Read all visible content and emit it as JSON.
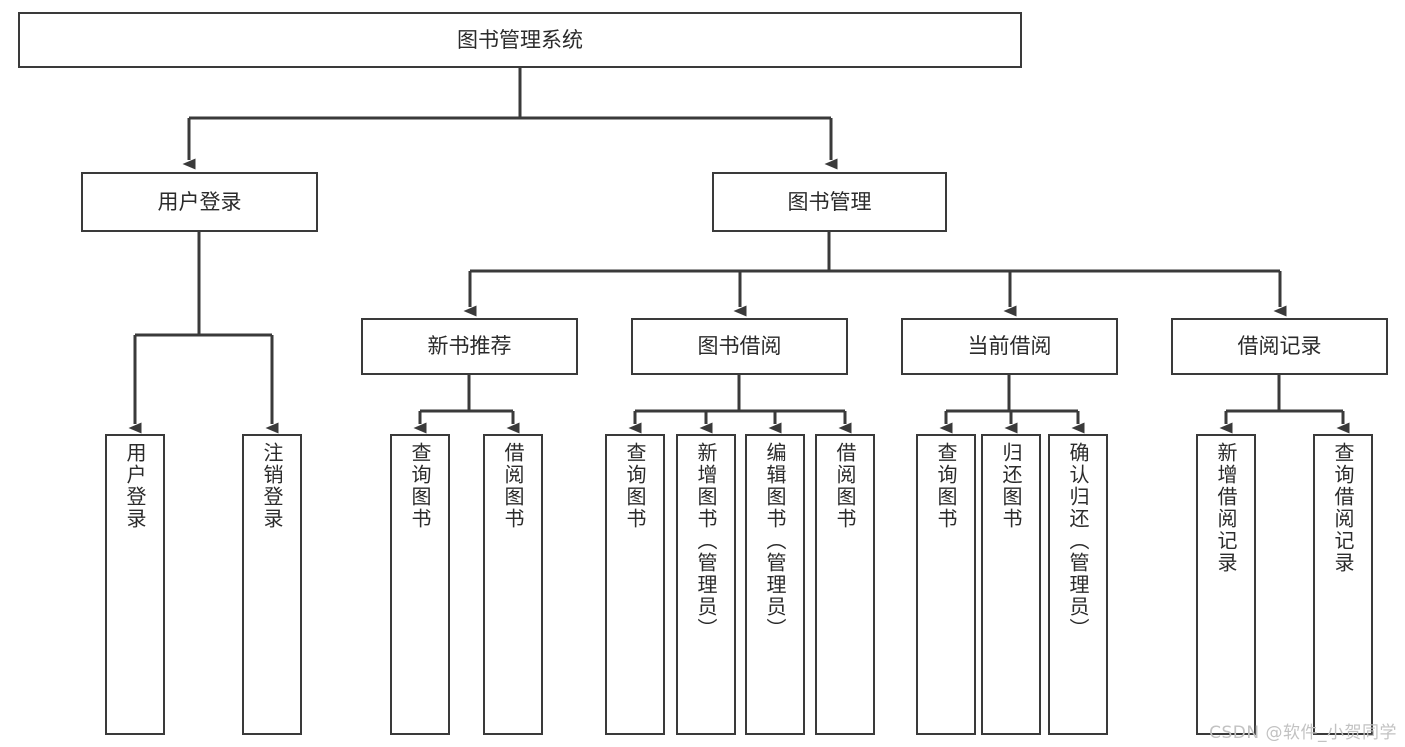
{
  "diagram": {
    "title": "图书管理系统",
    "type": "tree-hierarchy-chart",
    "watermark": "CSDN @软件_小贺同学",
    "colors": {
      "stroke": "#3a3a3a",
      "text": "#2b2b2b",
      "background": "#ffffff",
      "watermark": "#c2c2c2"
    },
    "nodes": {
      "root": "图书管理系统",
      "level2": [
        "用户登录",
        "图书管理"
      ],
      "level3": [
        "新书推荐",
        "图书借阅",
        "当前借阅",
        "借阅记录"
      ],
      "leaves_user_login": [
        "用户登录",
        "注销登录"
      ],
      "leaves_new_book": [
        "查询图书",
        "借阅图书"
      ],
      "leaves_borrow": [
        "查询图书",
        "新增图书（管理员）",
        "编辑图书（管理员）",
        "借阅图书"
      ],
      "leaves_current": [
        "查询图书",
        "归还图书",
        "确认归还（管理员）"
      ],
      "leaves_record": [
        "新增借阅记录",
        "查询借阅记录"
      ]
    }
  }
}
